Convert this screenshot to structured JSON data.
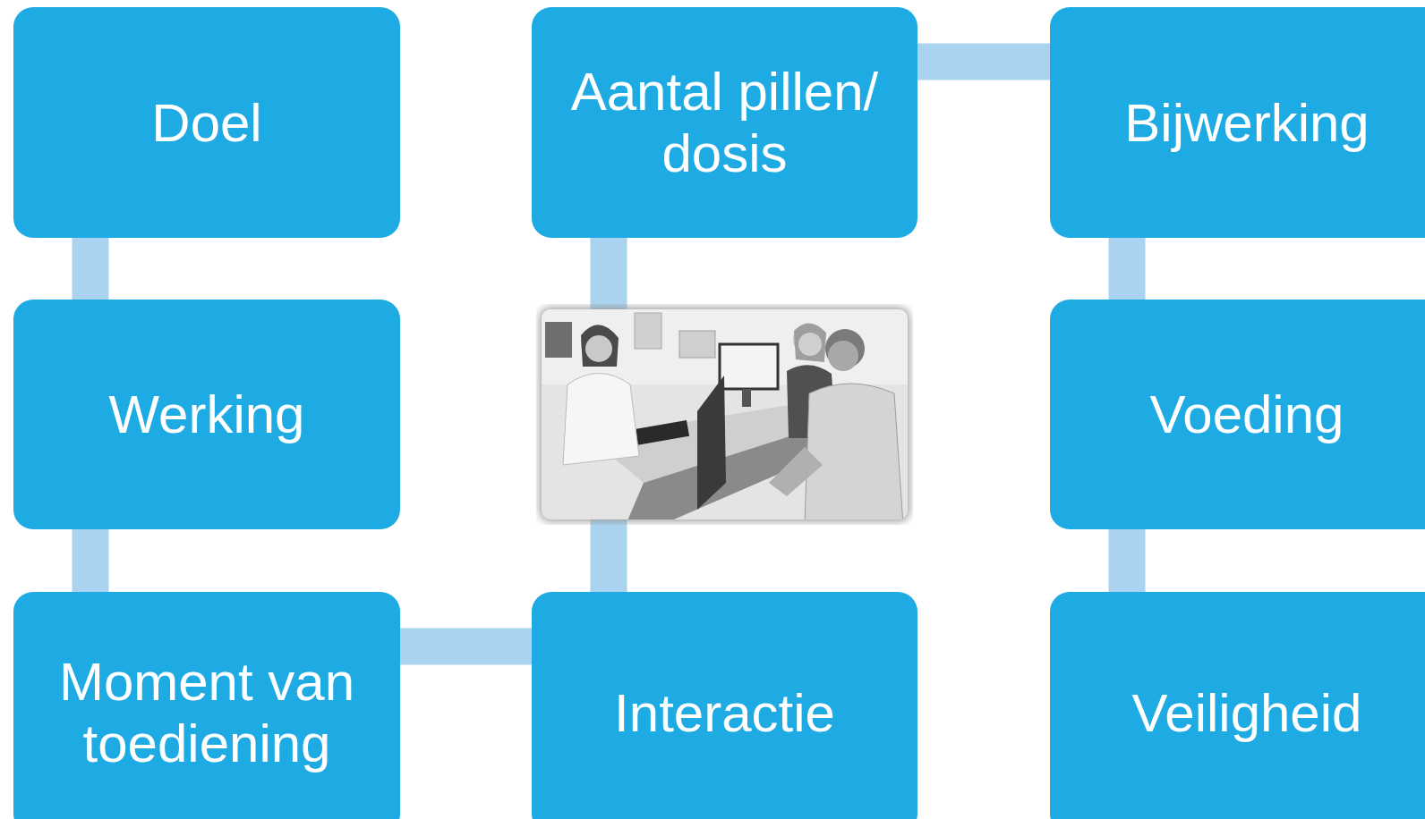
{
  "diagram": {
    "nodes": [
      {
        "text": [
          "Doel"
        ]
      },
      {
        "text": [
          "Aantal pillen/ dosis"
        ]
      },
      {
        "text": [
          "Bijwerking"
        ]
      },
      {
        "text": [
          "Werking"
        ]
      },
      {
        "text": [
          "Voeding"
        ]
      },
      {
        "text": [
          "Moment van toediening"
        ]
      },
      {
        "text": [
          "Interactie"
        ]
      },
      {
        "text": [
          "Veiligheid"
        ]
      }
    ],
    "edges": [
      {
        "from": 0,
        "to": 3,
        "arrow": "none"
      },
      {
        "from": 3,
        "to": 5,
        "arrow": "none"
      },
      {
        "from": 5,
        "to": 6,
        "arrow": "none"
      },
      {
        "from": 6,
        "to": 1,
        "arrow": "none"
      },
      {
        "from": 1,
        "to": 2,
        "arrow": "none"
      },
      {
        "from": 2,
        "to": 4,
        "arrow": "none"
      },
      {
        "from": 4,
        "to": 7,
        "arrow": "none"
      }
    ]
  }
}
